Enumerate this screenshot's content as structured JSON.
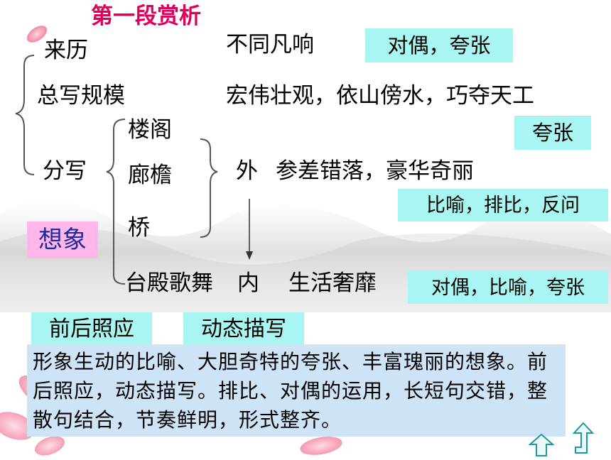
{
  "title": "第一段赏析",
  "left": {
    "origin": "来历",
    "overview": "总写规模",
    "detail": "分写",
    "imagination": "想象"
  },
  "middle": {
    "item1": "楼阁",
    "item2": "廊檐",
    "item3": "桥",
    "item4": "台殿歌舞"
  },
  "right": {
    "origin_desc": "不同凡响",
    "overview_desc": "宏伟壮观，依山傍水，巧夺天工",
    "outside_label": "外",
    "outside_desc": "参差错落，豪华奇丽",
    "inside_label": "内",
    "inside_desc": "生活奢靡"
  },
  "tags": {
    "tag1": "对偶，夸张",
    "tag2": "夸张",
    "tag3": "比喻，排比，反问",
    "tag4": "对偶，比喻，夸张",
    "tag5": "前后照应",
    "tag6": "动态描写"
  },
  "summary": "形象生动的比喻、大胆奇特的夸张、丰富瑰丽的想象。前后照应，动态描写。排比、对偶的运用，长短句交错，整散句结合，节奏鲜明，形式整齐。",
  "colors": {
    "title": "#e0005a",
    "tag_bg": "#a8f5f2",
    "summary_bg": "#cfe3f7",
    "imagination_bg": "#ffb6e8",
    "imagination_text": "#1e2aa0"
  },
  "nav": {
    "up_icon": "up-arrow-icon",
    "return_icon": "return-arrow-icon"
  }
}
